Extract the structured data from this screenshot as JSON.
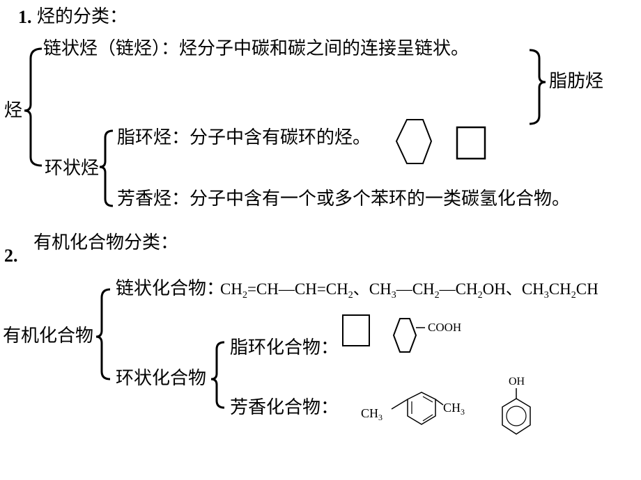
{
  "section1": {
    "number": "1.",
    "title": "烃的分类：",
    "root": "烃",
    "chain": {
      "label": "链状烃（链烃）：烃分子中碳和碳之间的连接呈链状。"
    },
    "cyclic": {
      "label": "环状烃",
      "alicyclic": "脂环烃：分子中含有碳环的烃。",
      "aromatic": "芳香烃：分子中含有一个或多个苯环的一类碳氢化合物。"
    },
    "aliphatic": "脂肪烃"
  },
  "section2": {
    "number": "2.",
    "title": "有机化合物分类：",
    "root": "有机化合物",
    "chain": {
      "label": "链状化合物：",
      "formula_parts": {
        "p1": "CH",
        "s1": "2",
        "p2": "=CH—CH=CH",
        "s2": "2",
        "p3": "、CH",
        "s3": "3",
        "p4": "—CH",
        "s4": "2",
        "p5": "—CH",
        "s5": "2",
        "p6": "OH、CH",
        "s6": "3",
        "p7": "CH",
        "s7": "2",
        "p8": "CH"
      }
    },
    "cyclic": {
      "label": "环状化合物",
      "alicyclic": "脂环化合物：",
      "aromatic": "芳香化合物：",
      "cooh": "COOH",
      "ch3_left": "CH",
      "ch3_right": "CH",
      "sub3": "3",
      "oh": "OH"
    }
  }
}
